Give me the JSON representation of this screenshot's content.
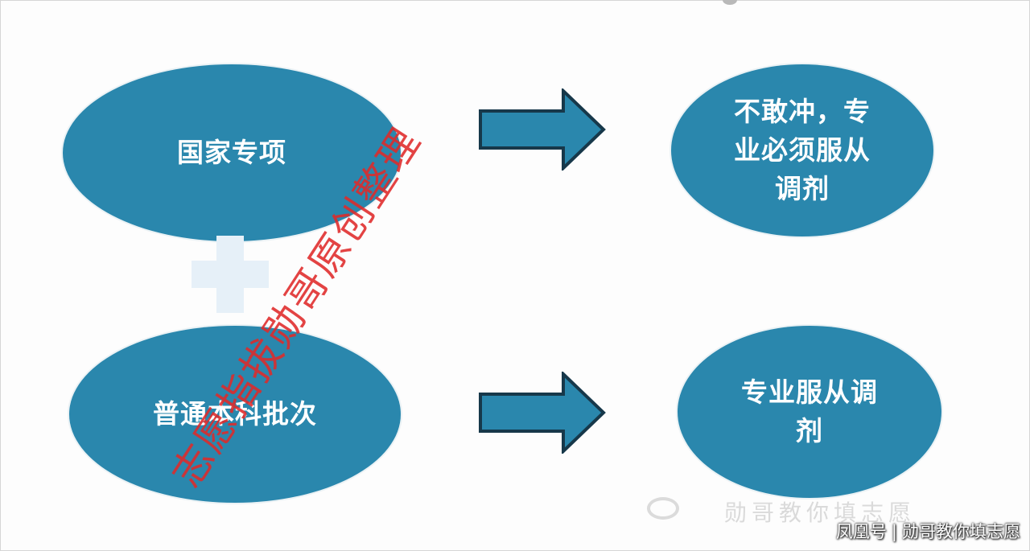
{
  "diagram": {
    "left_top": "国家专项",
    "left_bottom": "普通本科批次",
    "right_top": "不敢冲，专\n业必须服从\n调剂",
    "right_bottom": "专业服从调\n剂"
  },
  "watermark_text": "志愿指拔勋哥原创整理",
  "faint_logo_text": "勋哥教你填志愿",
  "source_credit": {
    "platform": "凤凰号",
    "account": "勋哥教你填志愿"
  },
  "colors": {
    "ellipse_fill": "#2a87ad",
    "arrow_fill": "#2a87ad",
    "arrow_outline": "#17384a",
    "plus_fill": "#e6f0f8",
    "watermark": "#e02a2a"
  },
  "icons": {
    "plus": "plus-icon",
    "arrow": "right-arrow-icon",
    "logo": "chat-bubble-icon"
  }
}
